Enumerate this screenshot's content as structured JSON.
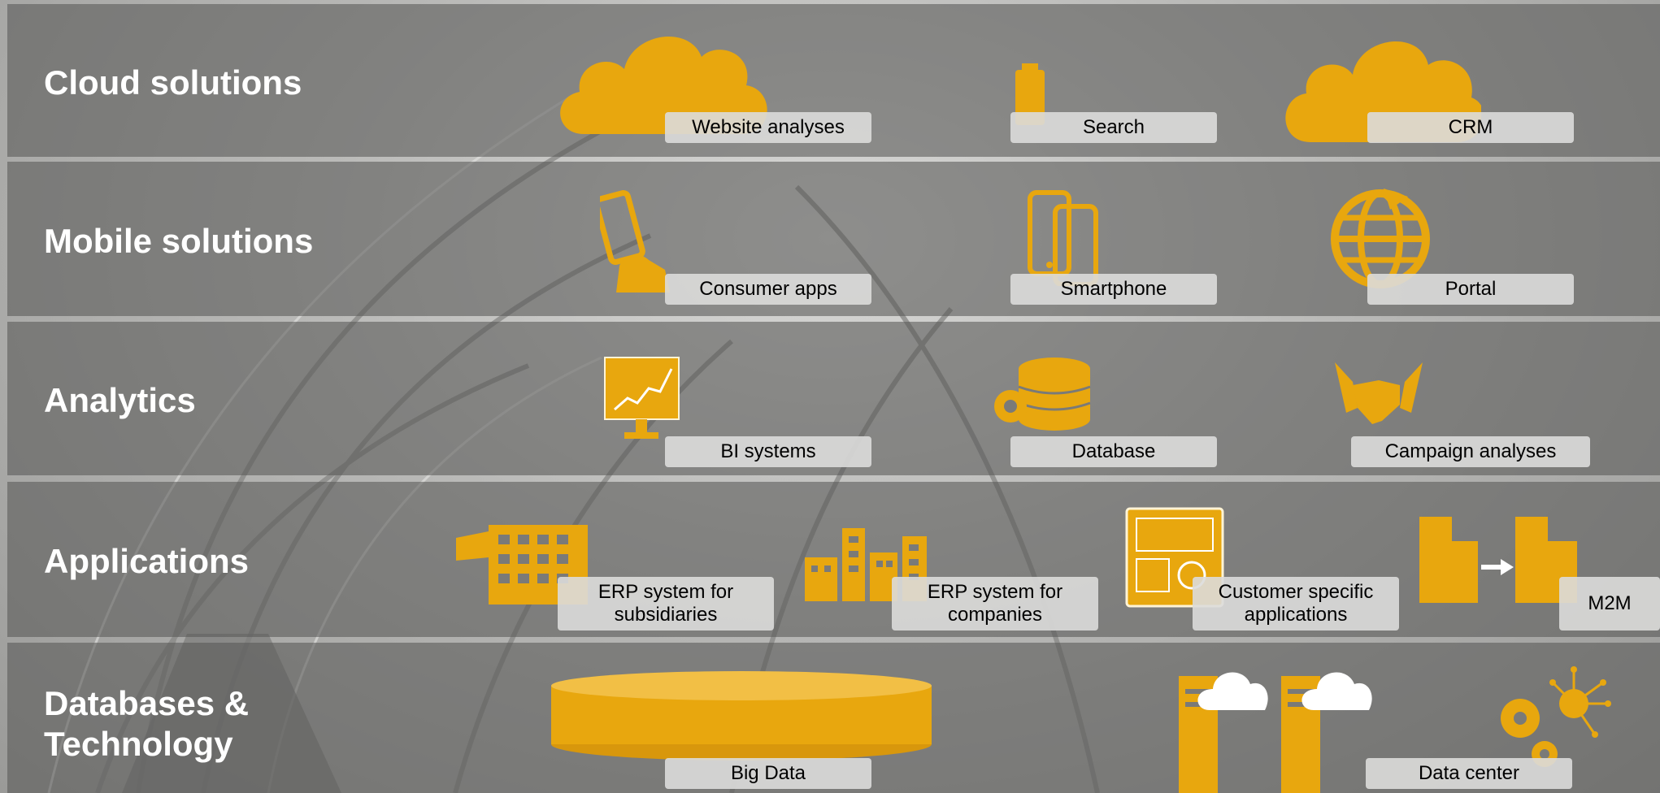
{
  "colors": {
    "accent": "#E8A70E",
    "band": "#5A5A58",
    "label_bg": "#DCDCDA",
    "title_text": "#FFFFFF"
  },
  "rows": [
    {
      "title": "Cloud solutions",
      "items": [
        {
          "label": "Website analyses",
          "icon": "cloud-icon"
        },
        {
          "label": "Search",
          "icon": "usb-stick-icon"
        },
        {
          "label": "CRM",
          "icon": "cloud-icon"
        }
      ]
    },
    {
      "title": "Mobile solutions",
      "items": [
        {
          "label": "Consumer apps",
          "icon": "hand-phone-icon"
        },
        {
          "label": "Smartphone",
          "icon": "smartphones-icon"
        },
        {
          "label": "Portal",
          "icon": "globe-icon"
        }
      ]
    },
    {
      "title": "Analytics",
      "items": [
        {
          "label": "BI systems",
          "icon": "chart-monitor-icon"
        },
        {
          "label": "Database",
          "icon": "database-gear-icon"
        },
        {
          "label": "Campaign analyses",
          "icon": "handshake-icon"
        }
      ]
    },
    {
      "title": "Applications",
      "items": [
        {
          "label": "ERP system for subsidiaries",
          "icon": "building-icon"
        },
        {
          "label": "ERP system for companies",
          "icon": "city-icon"
        },
        {
          "label": "Customer specific applications",
          "icon": "tablet-dashboard-icon"
        },
        {
          "label": "M2M",
          "icon": "buildings-arrow-icon"
        }
      ]
    },
    {
      "title": "Databases & Technology",
      "items": [
        {
          "label": "Big Data",
          "icon": "cylinder-icon"
        },
        {
          "label": "Data center",
          "icon": "server-cloud-icon"
        },
        {
          "label": "",
          "icon": "gears-network-icon"
        }
      ]
    }
  ]
}
